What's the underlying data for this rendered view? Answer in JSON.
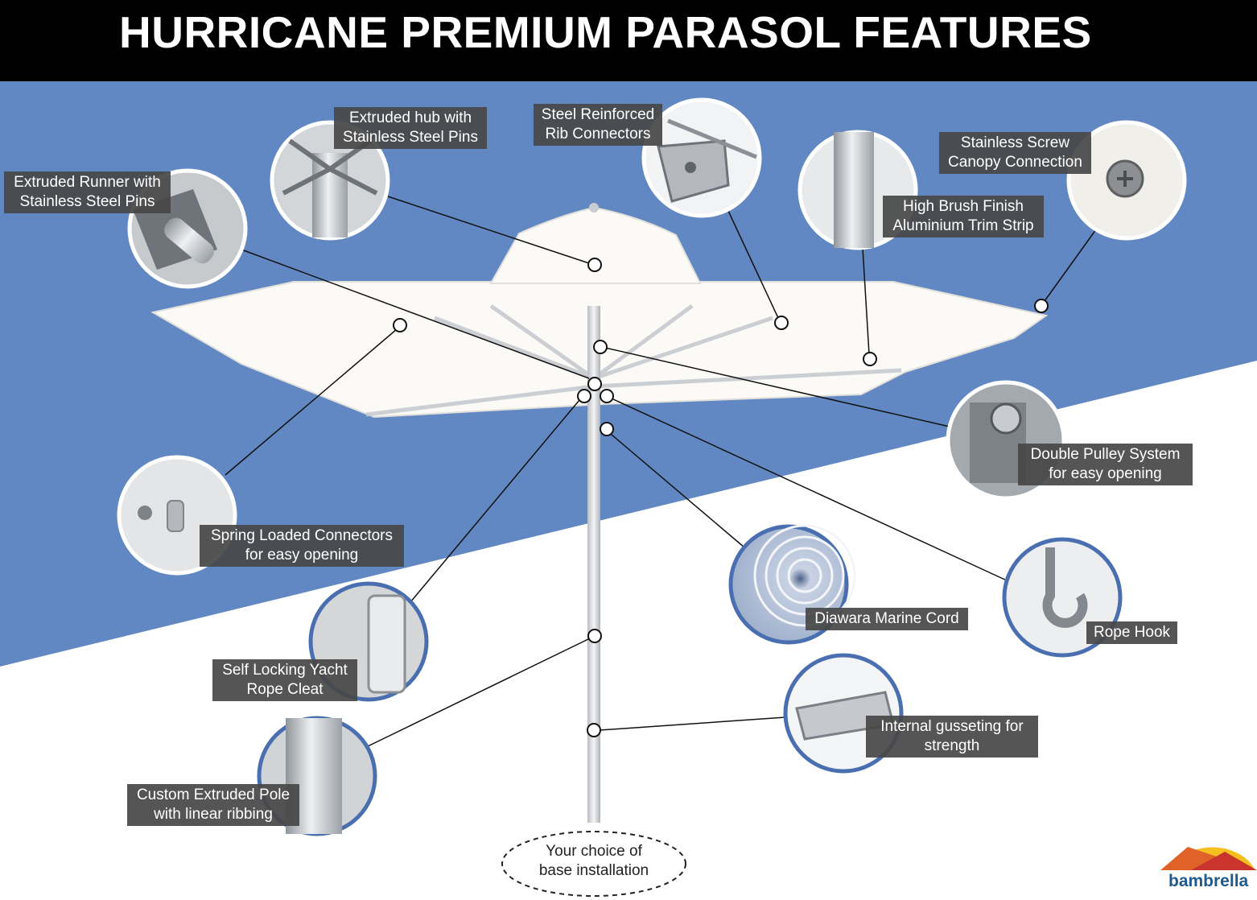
{
  "title": "HURRICANE PREMIUM PARASOL FEATURES",
  "colors": {
    "header_bg": "#000000",
    "blue_band": "#6288c4",
    "label_bg": "#464646",
    "circle_border": "#4a6fb0",
    "canopy": "#fbfaf6",
    "pole": "#d7dadd"
  },
  "features": [
    {
      "id": "extruded-hub",
      "lines": [
        "Extruded hub with",
        "Stainless Steel Pins"
      ]
    },
    {
      "id": "rib-connectors",
      "lines": [
        "Steel Reinforced",
        "Rib Connectors"
      ]
    },
    {
      "id": "canopy-connection",
      "lines": [
        "Stainless Screw",
        "Canopy Connection"
      ]
    },
    {
      "id": "extruded-runner",
      "lines": [
        "Extruded Runner with",
        "Stainless Steel Pins"
      ]
    },
    {
      "id": "trim-strip",
      "lines": [
        "High Brush Finish",
        "Aluminium Trim Strip"
      ]
    },
    {
      "id": "double-pulley",
      "lines": [
        "Double Pulley System",
        "for easy opening"
      ]
    },
    {
      "id": "spring-connectors",
      "lines": [
        "Spring Loaded Connectors",
        "for easy opening"
      ]
    },
    {
      "id": "marine-cord",
      "lines": [
        "Diawara Marine Cord"
      ]
    },
    {
      "id": "rope-hook",
      "lines": [
        "Rope Hook"
      ]
    },
    {
      "id": "rope-cleat",
      "lines": [
        "Self Locking Yacht",
        "Rope Cleat"
      ]
    },
    {
      "id": "gusseting",
      "lines": [
        "Internal gusseting for",
        "strength"
      ]
    },
    {
      "id": "extruded-pole",
      "lines": [
        "Custom Extruded Pole",
        "with linear ribbing"
      ]
    }
  ],
  "base_note": [
    "Your choice of",
    "base installation"
  ],
  "logo": {
    "name": "bambrella",
    "icon": "sun-logo-icon"
  }
}
